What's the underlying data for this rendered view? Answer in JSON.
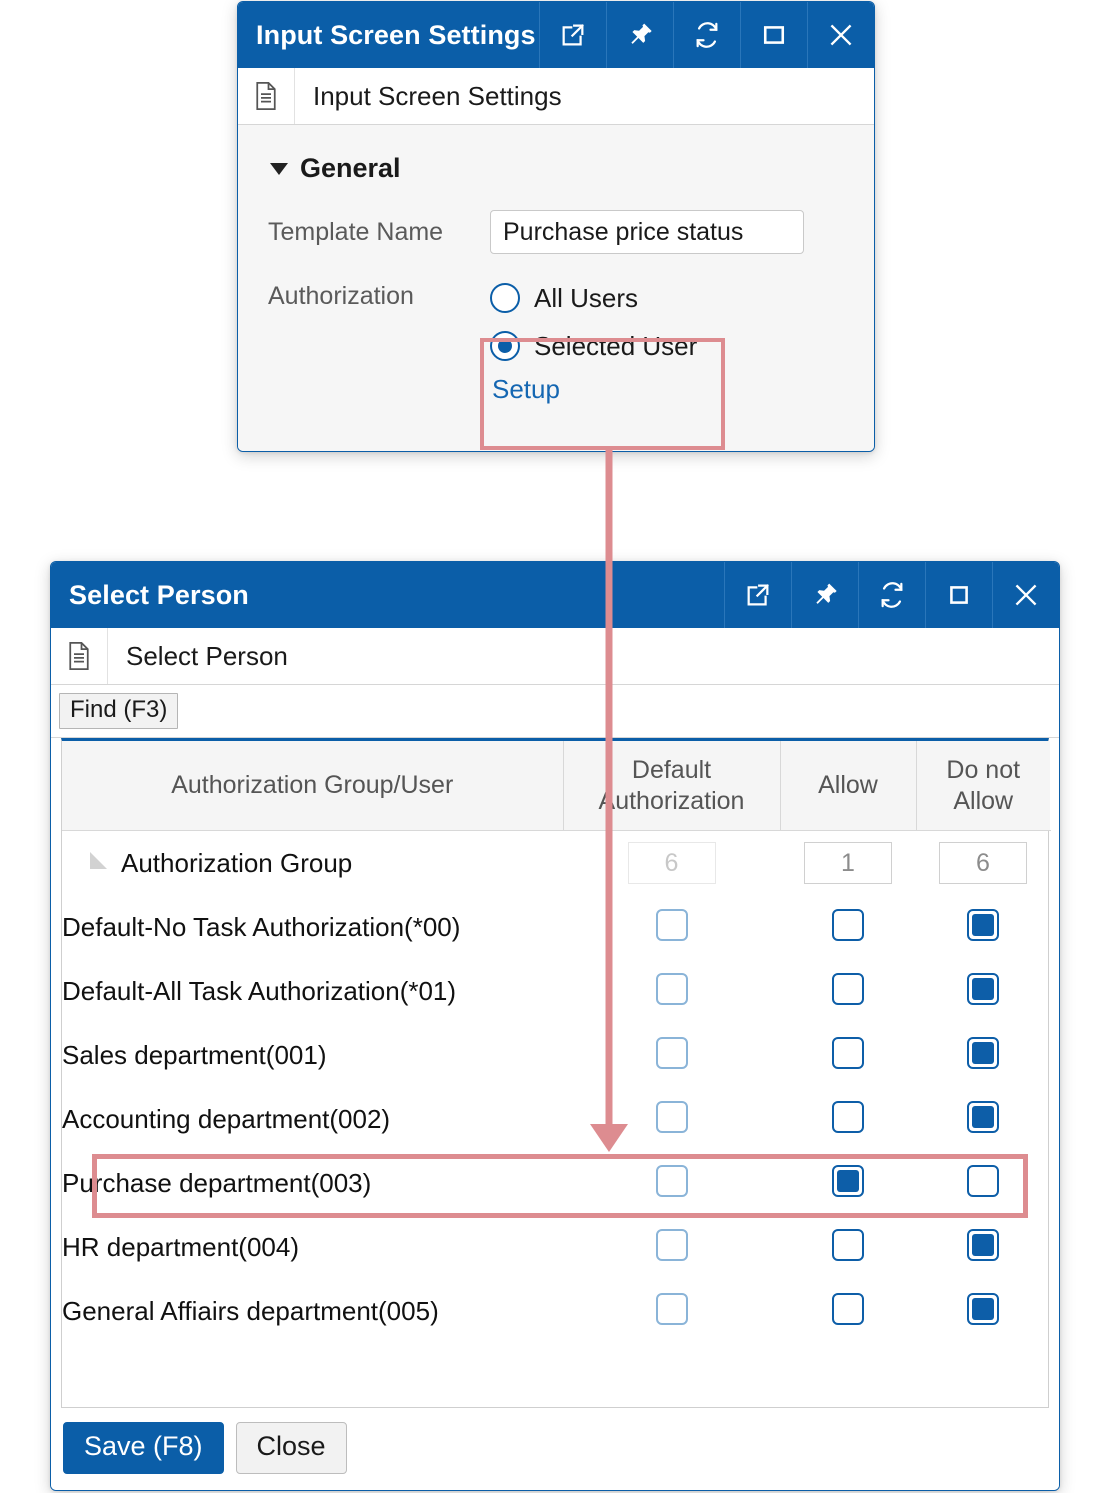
{
  "theme": {
    "accent": "#0b5ea8",
    "callout": "#dd8c90",
    "link": "#1567b2",
    "checkbox_border": "#0d5ea8",
    "checkbox_border_light": "#8ab4d8"
  },
  "input_screen_settings": {
    "titlebar": {
      "title": "Input Screen Settings",
      "buttons": [
        {
          "name": "open-in-new-window-icon",
          "label": "Open in new window"
        },
        {
          "name": "pin-icon",
          "label": "Pin"
        },
        {
          "name": "refresh-icon",
          "label": "Refresh"
        },
        {
          "name": "maximize-icon",
          "label": "Maximize"
        },
        {
          "name": "close-icon",
          "label": "Close"
        }
      ]
    },
    "doc_strip": {
      "icon": "document-icon",
      "title": "Input Screen Settings"
    },
    "section": {
      "label": "General",
      "expanded": true
    },
    "template_name": {
      "label": "Template Name",
      "value": "Purchase price status",
      "placeholder": ""
    },
    "authorization": {
      "label": "Authorization",
      "options": [
        {
          "label": "All Users",
          "selected": false
        },
        {
          "label": "Selected User",
          "selected": true
        }
      ],
      "setup_link": "Setup"
    }
  },
  "select_person": {
    "titlebar": {
      "title": "Select Person",
      "buttons": [
        {
          "name": "open-in-new-window-icon",
          "label": "Open in new window"
        },
        {
          "name": "pin-icon",
          "label": "Pin"
        },
        {
          "name": "refresh-icon",
          "label": "Refresh"
        },
        {
          "name": "maximize-icon",
          "label": "Maximize"
        },
        {
          "name": "close-icon",
          "label": "Close"
        }
      ]
    },
    "doc_strip": {
      "icon": "document-icon",
      "title": "Select Person"
    },
    "toolbar": {
      "find_label": "Find (F3)"
    },
    "grid": {
      "columns": [
        "Authorization Group/User",
        "Default Authorization",
        "Allow",
        "Do not Allow"
      ],
      "summary_row": {
        "label": "Authorization Group",
        "expanded": true,
        "default_authorization_count": "6",
        "allow_count": "1",
        "do_not_allow_count": "6"
      },
      "rows": [
        {
          "label": "Default-No Task Authorization(*00)",
          "default_authorization": false,
          "allow": false,
          "do_not_allow": true,
          "highlighted": false
        },
        {
          "label": "Default-All Task Authorization(*01)",
          "default_authorization": false,
          "allow": false,
          "do_not_allow": true,
          "highlighted": false
        },
        {
          "label": "Sales department(001)",
          "default_authorization": false,
          "allow": false,
          "do_not_allow": true,
          "highlighted": false
        },
        {
          "label": "Accounting department(002)",
          "default_authorization": false,
          "allow": false,
          "do_not_allow": true,
          "highlighted": false
        },
        {
          "label": "Purchase department(003)",
          "default_authorization": false,
          "allow": true,
          "do_not_allow": false,
          "highlighted": true
        },
        {
          "label": "HR department(004)",
          "default_authorization": false,
          "allow": false,
          "do_not_allow": true,
          "highlighted": false
        },
        {
          "label": "General Affiairs department(005)",
          "default_authorization": false,
          "allow": false,
          "do_not_allow": true,
          "highlighted": false
        }
      ]
    },
    "footer": {
      "save_label": "Save (F8)",
      "close_label": "Close"
    }
  }
}
